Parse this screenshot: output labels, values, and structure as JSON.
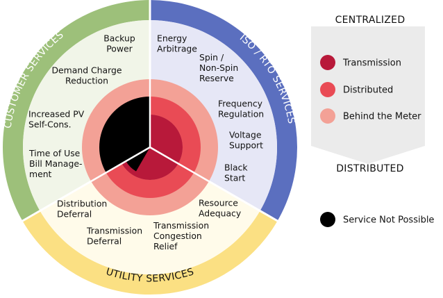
{
  "sectors": {
    "customer": {
      "title": "CUSTOMER SERVICES",
      "services": [
        [
          "Backup",
          "Power"
        ],
        [
          "Demand Charge",
          "Reduction"
        ],
        [
          "Increased PV",
          "Self-Cons."
        ],
        [
          "Time of Use",
          "Bill Manage-",
          "ment"
        ]
      ]
    },
    "iso": {
      "title": "ISO / RTO SERVICES",
      "services": [
        [
          "Energy",
          "Arbitrage"
        ],
        [
          "Spin /",
          "Non-Spin",
          "Reserve"
        ],
        [
          "Frequency",
          "Regulation"
        ],
        [
          "Voltage",
          "Support"
        ],
        [
          "Black",
          "Start"
        ]
      ]
    },
    "utility": {
      "title": "UTILITY SERVICES",
      "services": [
        [
          "Resource",
          "Adequacy"
        ],
        [
          "Transmission",
          "Congestion",
          "Relief"
        ],
        [
          "Transmission",
          "Deferral"
        ],
        [
          "Distribution",
          "Deferral"
        ]
      ]
    }
  },
  "scale": {
    "top": "CENTRALIZED",
    "bottom": "DISTRIBUTED"
  },
  "legend": [
    {
      "label": "Transmission",
      "color": "#b8193a"
    },
    {
      "label": "Distributed",
      "color": "#e94b55"
    },
    {
      "label": "Behind the Meter",
      "color": "#f3a196"
    },
    {
      "label": "Service Not Possible",
      "color": "#000000"
    }
  ],
  "colors": {
    "customer_band": "#9dc07a",
    "customer_fill": "#f1f5e8",
    "iso_band": "#5b6fbf",
    "iso_fill": "#e6e7f6",
    "utility_band": "#fbe083",
    "utility_fill": "#fffbea",
    "transmission": "#b8193a",
    "distributed": "#e94b55",
    "behind_meter": "#f3a196",
    "not_possible": "#000000",
    "arrow_fill": "#ebebeb"
  }
}
